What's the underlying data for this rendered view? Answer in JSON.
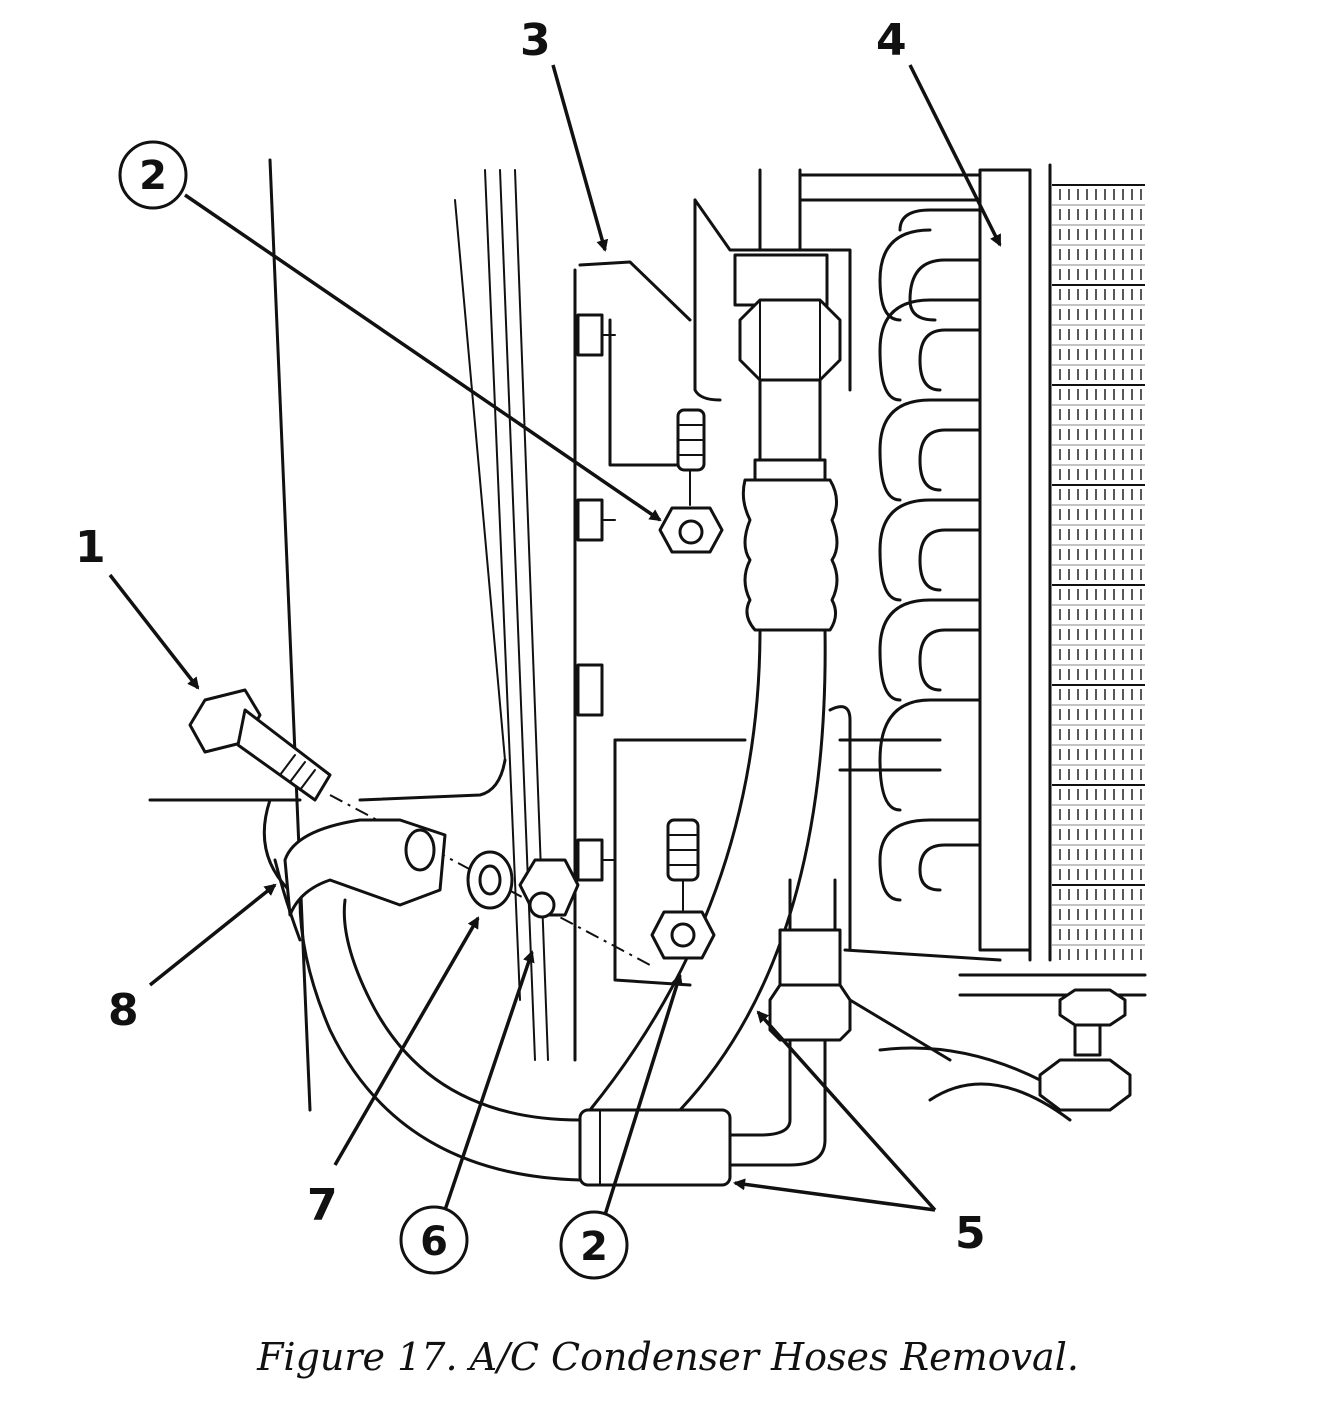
{
  "callouts": {
    "c1": "1",
    "c2_top": "2",
    "c3": "3",
    "c4": "4",
    "c5": "5",
    "c6": "6",
    "c7": "7",
    "c8": "8",
    "c2_bottom": "2"
  },
  "caption": "Figure 17.  A/C Condenser Hoses Removal."
}
